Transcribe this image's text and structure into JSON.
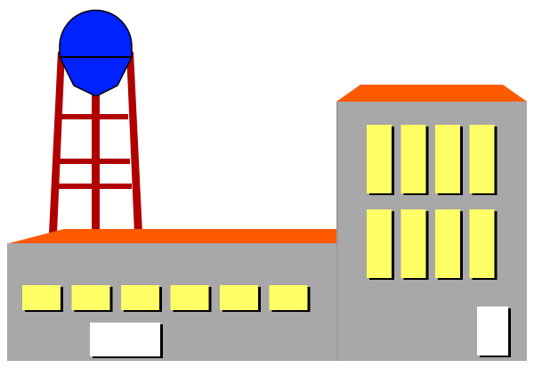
{
  "colors": {
    "background": "#ffffff",
    "wall": "#a8a8a8",
    "wall_edge": "#8c8c8c",
    "roof": "#ff5a00",
    "window": "#ffff66",
    "window_shadow": "#000000",
    "door": "#ffffff",
    "tower_frame": "#b00000",
    "tank": "#0022ff",
    "tank_outline": "#000000"
  },
  "icons": {
    "scene": "factory-with-water-tower-illustration",
    "tower": "water-tower-icon",
    "building": "factory-building-icon"
  },
  "counts": {
    "low_building_windows": 6,
    "tall_building_window_rows": 2,
    "tall_building_window_columns": 4
  }
}
